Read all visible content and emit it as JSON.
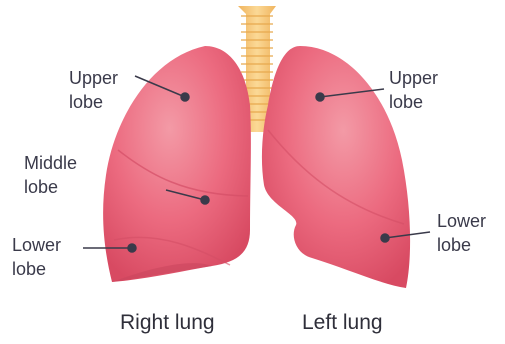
{
  "diagram": {
    "right_lung": {
      "upper_lobe": [
        "Upper",
        "lobe"
      ],
      "middle_lobe": [
        "Middle",
        "lobe"
      ],
      "lower_lobe": [
        "Lower",
        "lobe"
      ],
      "caption": "Right lung"
    },
    "left_lung": {
      "upper_lobe": [
        "Upper",
        "lobe"
      ],
      "lower_lobe": [
        "Lower",
        "lobe"
      ],
      "caption": "Left lung"
    },
    "colors": {
      "lung_fill": "#e8566f",
      "lung_highlight": "#f39aa6",
      "lung_shadow": "#d84a62",
      "trachea": "#f7c878",
      "label_text": "#3a3a4a",
      "pointer": "#3a3a4a"
    }
  }
}
